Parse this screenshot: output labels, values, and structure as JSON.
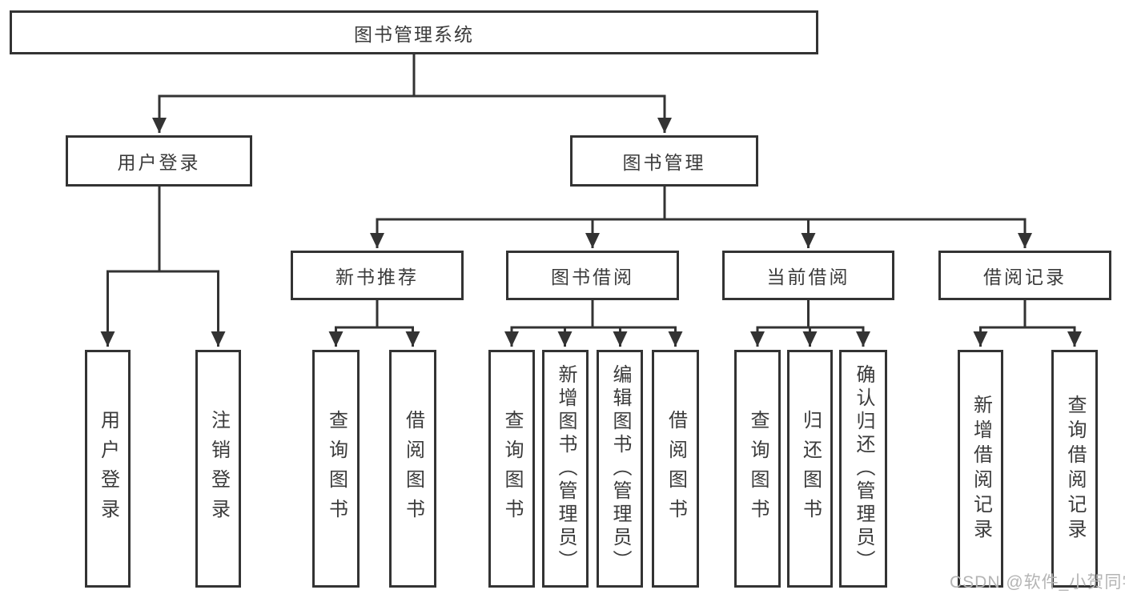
{
  "colors": {
    "line": "#333333",
    "text": "#3b3b3b",
    "watermark": "#b4b4b4",
    "background": "#ffffff"
  },
  "watermark": "CSDN @软件_小贺同学",
  "tree": {
    "root": {
      "label": "图书管理系统"
    },
    "branches": [
      {
        "label": "用户登录",
        "children": [
          {
            "label": "用户登录"
          },
          {
            "label": "注销登录"
          }
        ]
      },
      {
        "label": "图书管理",
        "children": [
          {
            "label": "新书推荐",
            "children": [
              {
                "label": "查询图书"
              },
              {
                "label": "借阅图书"
              }
            ]
          },
          {
            "label": "图书借阅",
            "children": [
              {
                "label": "查询图书"
              },
              {
                "label": "新增图书（管理员）"
              },
              {
                "label": "编辑图书（管理员）"
              },
              {
                "label": "借阅图书"
              }
            ]
          },
          {
            "label": "当前借阅",
            "children": [
              {
                "label": "查询图书"
              },
              {
                "label": "归还图书"
              },
              {
                "label": "确认归还（管理员）"
              }
            ]
          },
          {
            "label": "借阅记录",
            "children": [
              {
                "label": "新增借阅记录"
              },
              {
                "label": "查询借阅记录"
              }
            ]
          }
        ]
      }
    ]
  }
}
